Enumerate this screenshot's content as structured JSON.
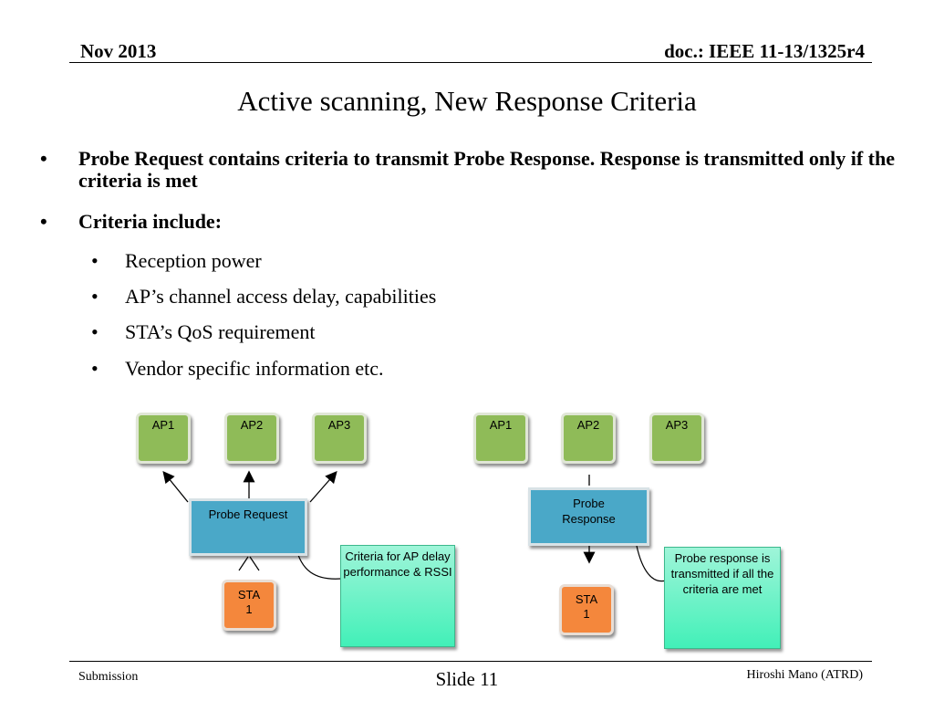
{
  "header": {
    "date": "Nov 2013",
    "doc": "doc.: IEEE 11-13/1325r4"
  },
  "title": "Active scanning, New Response Criteria",
  "bullets": {
    "b1": "Probe Request contains criteria to transmit Probe Response. Response is transmitted only if the criteria is met",
    "b2": "Criteria include:",
    "dot": "•",
    "sub": [
      "Reception power",
      "AP’s channel access delay, capabilities",
      "STA’s QoS requirement",
      "Vendor specific information etc."
    ]
  },
  "diagram_left": {
    "aps": [
      "AP1",
      "AP2",
      "AP3"
    ],
    "probe_request": "Probe Request",
    "sta_line1": "STA",
    "sta_line2": "1",
    "note": "Criteria for AP delay performance & RSSI"
  },
  "diagram_right": {
    "aps": [
      "AP1",
      "AP2",
      "AP3"
    ],
    "probe_response_line1": "Probe",
    "probe_response_line2": "Response",
    "sta_line1": "STA",
    "sta_line2": "1",
    "note": "Probe response is transmitted if all the criteria are met"
  },
  "footer": {
    "left": "Submission",
    "center": "Slide 11",
    "right": "Hiroshi Mano (ATRD)"
  }
}
